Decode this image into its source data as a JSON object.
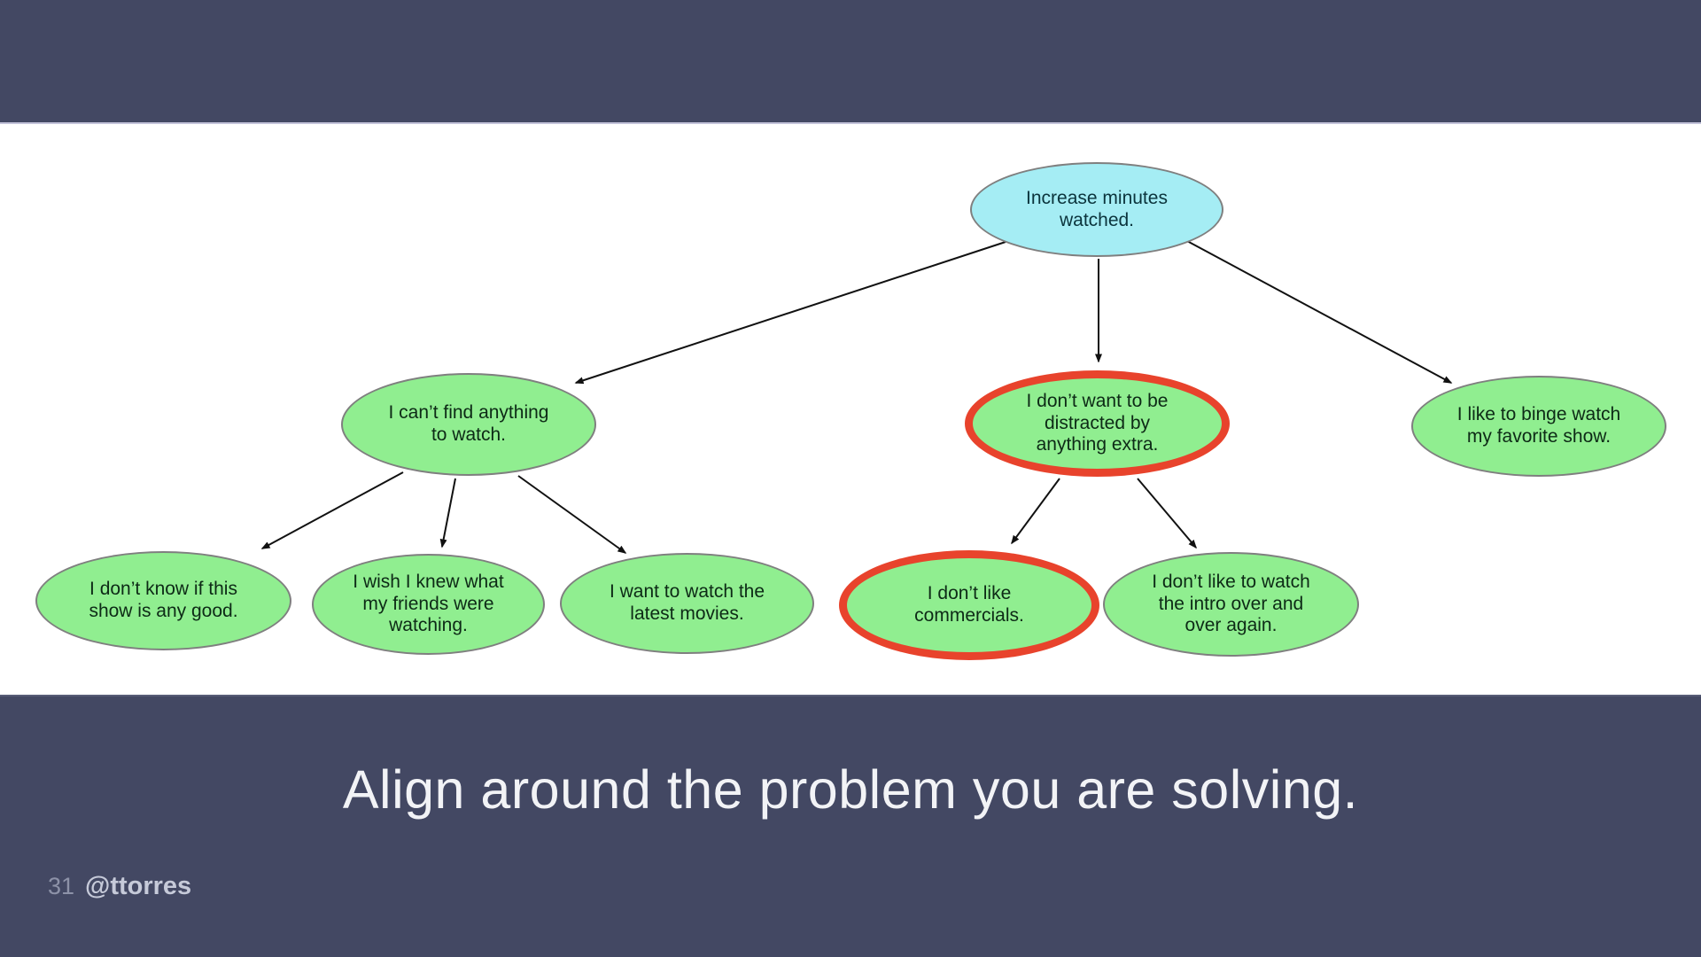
{
  "slide": {
    "headline": "Align around the problem you are solving.",
    "page_number": "31",
    "author_handle": "@ttorres"
  },
  "colors": {
    "band_background": "#434863",
    "outcome_fill": "#a5edf4",
    "opportunity_fill": "#90ee90",
    "highlight_ring": "#e8432c",
    "node_border": "#7f7f7f",
    "arrow": "#111111",
    "headline_text": "#f2f3f6"
  },
  "diagram": {
    "nodes": [
      {
        "id": "outcome",
        "label": "Increase minutes watched.",
        "kind": "outcome",
        "highlighted": false
      },
      {
        "id": "opp-find",
        "label": "I can’t find anything to watch.",
        "kind": "opportunity",
        "highlighted": false
      },
      {
        "id": "opp-distracted",
        "label": "I don’t want to be distracted by anything extra.",
        "kind": "opportunity",
        "highlighted": true
      },
      {
        "id": "opp-binge",
        "label": "I like to binge watch my favorite show.",
        "kind": "opportunity",
        "highlighted": false
      },
      {
        "id": "opp-good",
        "label": "I don’t know if this show is any good.",
        "kind": "opportunity",
        "highlighted": false
      },
      {
        "id": "opp-friends",
        "label": "I wish I knew what my friends were watching.",
        "kind": "opportunity",
        "highlighted": false
      },
      {
        "id": "opp-movies",
        "label": "I want to watch the latest movies.",
        "kind": "opportunity",
        "highlighted": false
      },
      {
        "id": "opp-commercials",
        "label": "I don’t like commercials.",
        "kind": "opportunity",
        "highlighted": true
      },
      {
        "id": "opp-intro",
        "label": "I don’t like to watch the intro over and over again.",
        "kind": "opportunity",
        "highlighted": false
      }
    ],
    "edges": [
      {
        "from": "outcome",
        "to": "opp-find"
      },
      {
        "from": "outcome",
        "to": "opp-distracted"
      },
      {
        "from": "outcome",
        "to": "opp-binge"
      },
      {
        "from": "opp-find",
        "to": "opp-good"
      },
      {
        "from": "opp-find",
        "to": "opp-friends"
      },
      {
        "from": "opp-find",
        "to": "opp-movies"
      },
      {
        "from": "opp-distracted",
        "to": "opp-commercials"
      },
      {
        "from": "opp-distracted",
        "to": "opp-intro"
      }
    ]
  }
}
